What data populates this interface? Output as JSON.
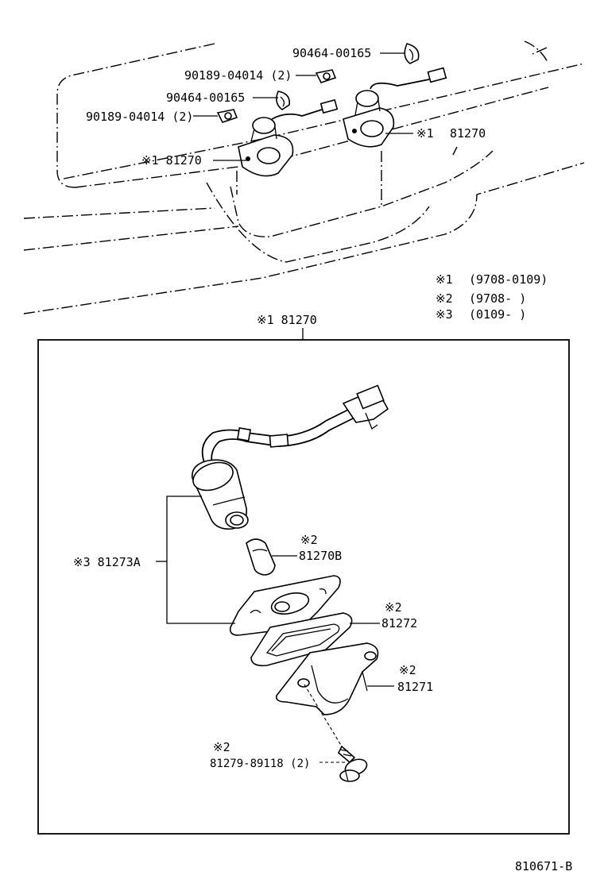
{
  "labels": {
    "clip_top": "90464-00165",
    "grommet_top": "90189-04014 (2)",
    "clip_mid": "90464-00165",
    "grommet_left": "90189-04014 (2)",
    "lamp_left": "※1 81270",
    "lamp_right_mark": "※1",
    "lamp_right_num": "81270",
    "detail_title": "※1 81270",
    "socket_assy": "※3 81273A",
    "bulb_mark": "※2",
    "bulb_num": "81270B",
    "gasket_mark": "※2",
    "gasket_num": "81272",
    "lens_mark": "※2",
    "lens_num": "81271",
    "screw_mark": "※2",
    "screw_num": "81279-89118 (2)",
    "diagram_id": "810671-B"
  },
  "legend": [
    {
      "mark": "※1",
      "range": "(9708-0109)"
    },
    {
      "mark": "※2",
      "range": "(9708-      )"
    },
    {
      "mark": "※3",
      "range": "(0109-      )"
    }
  ]
}
